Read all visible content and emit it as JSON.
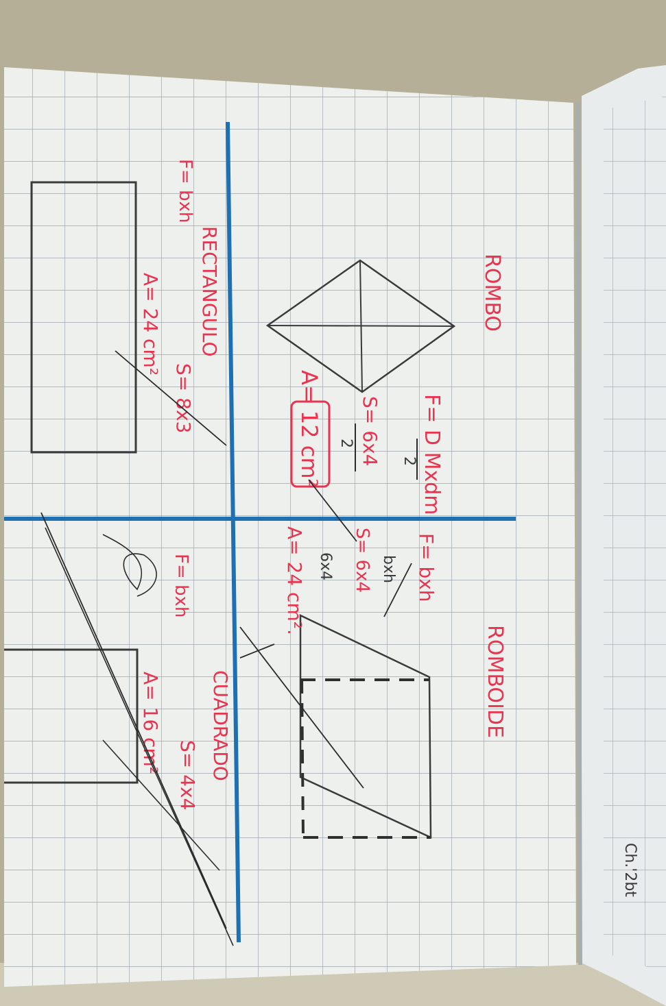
{
  "photo": {
    "description_free": true,
    "colors": {
      "desk": "#b9b39e",
      "paper": "#eef0ee",
      "grid": "#8f9aa1",
      "axis": "#1f6fb3",
      "red_ink": "#e8344f",
      "pencil": "#3a3a3a"
    }
  },
  "labels": {
    "rombo_title": "ROMBO",
    "rombo_formula": "F= D Mxdm",
    "rombo_formula_den": "2",
    "rombo_sub": "S= 6x4",
    "rombo_sub_den": "2",
    "rombo_area": "A= 12 cm²",
    "romboide_title": "ROMBOIDE",
    "romboide_formula": "F= bxh",
    "romboide_formula2": "bxh",
    "romboide_sub": "S= 6x4",
    "romboide_sub2": "6x4",
    "romboide_area": "A= 24 cm².",
    "rectangulo_title": "RECTANGULO",
    "rectangulo_formula": "F= bxh",
    "rectangulo_sub": "S= 8x3",
    "rectangulo_area": "A= 24 cm²",
    "cuadrado_title": "CUADRADO",
    "cuadrado_formula": "F= bxh",
    "cuadrado_sub": "S= 4x4",
    "cuadrado_area": "A= 16 cm²",
    "page_number": "Ch.'2bt"
  }
}
